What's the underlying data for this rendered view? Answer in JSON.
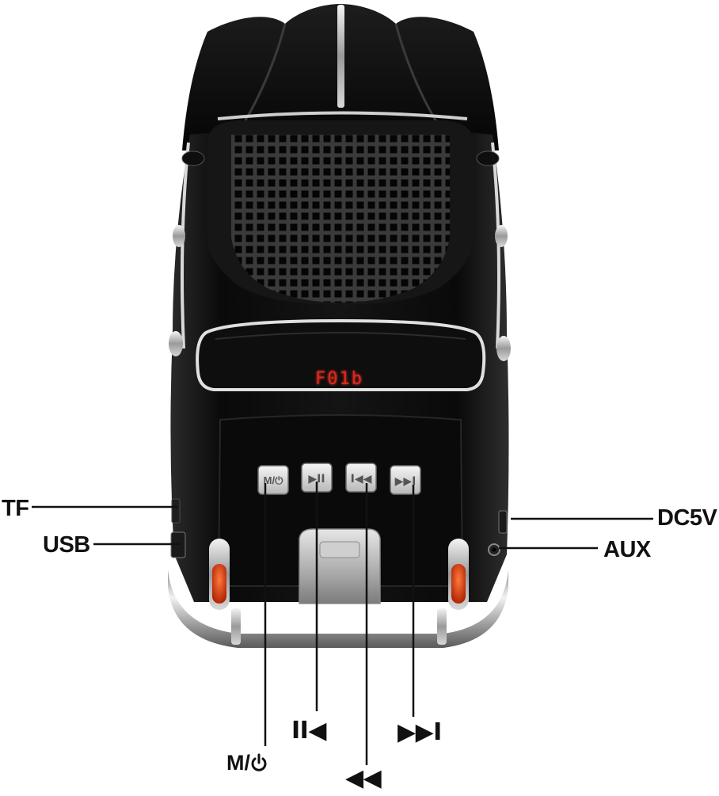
{
  "display": {
    "text": "F01b",
    "color": "#e0261b"
  },
  "callouts": {
    "tf": "TF",
    "usb": "USB",
    "dc5v": "DC5V",
    "aux": "AUX",
    "mode_power": "M/",
    "play_pause": "II◀",
    "previous": "◀◀",
    "next": "▶▶I"
  },
  "colors": {
    "body": "#0c0c0c",
    "chrome": "#c9c9c9",
    "tail_light": "#d23a12",
    "display": "#e0261b"
  }
}
